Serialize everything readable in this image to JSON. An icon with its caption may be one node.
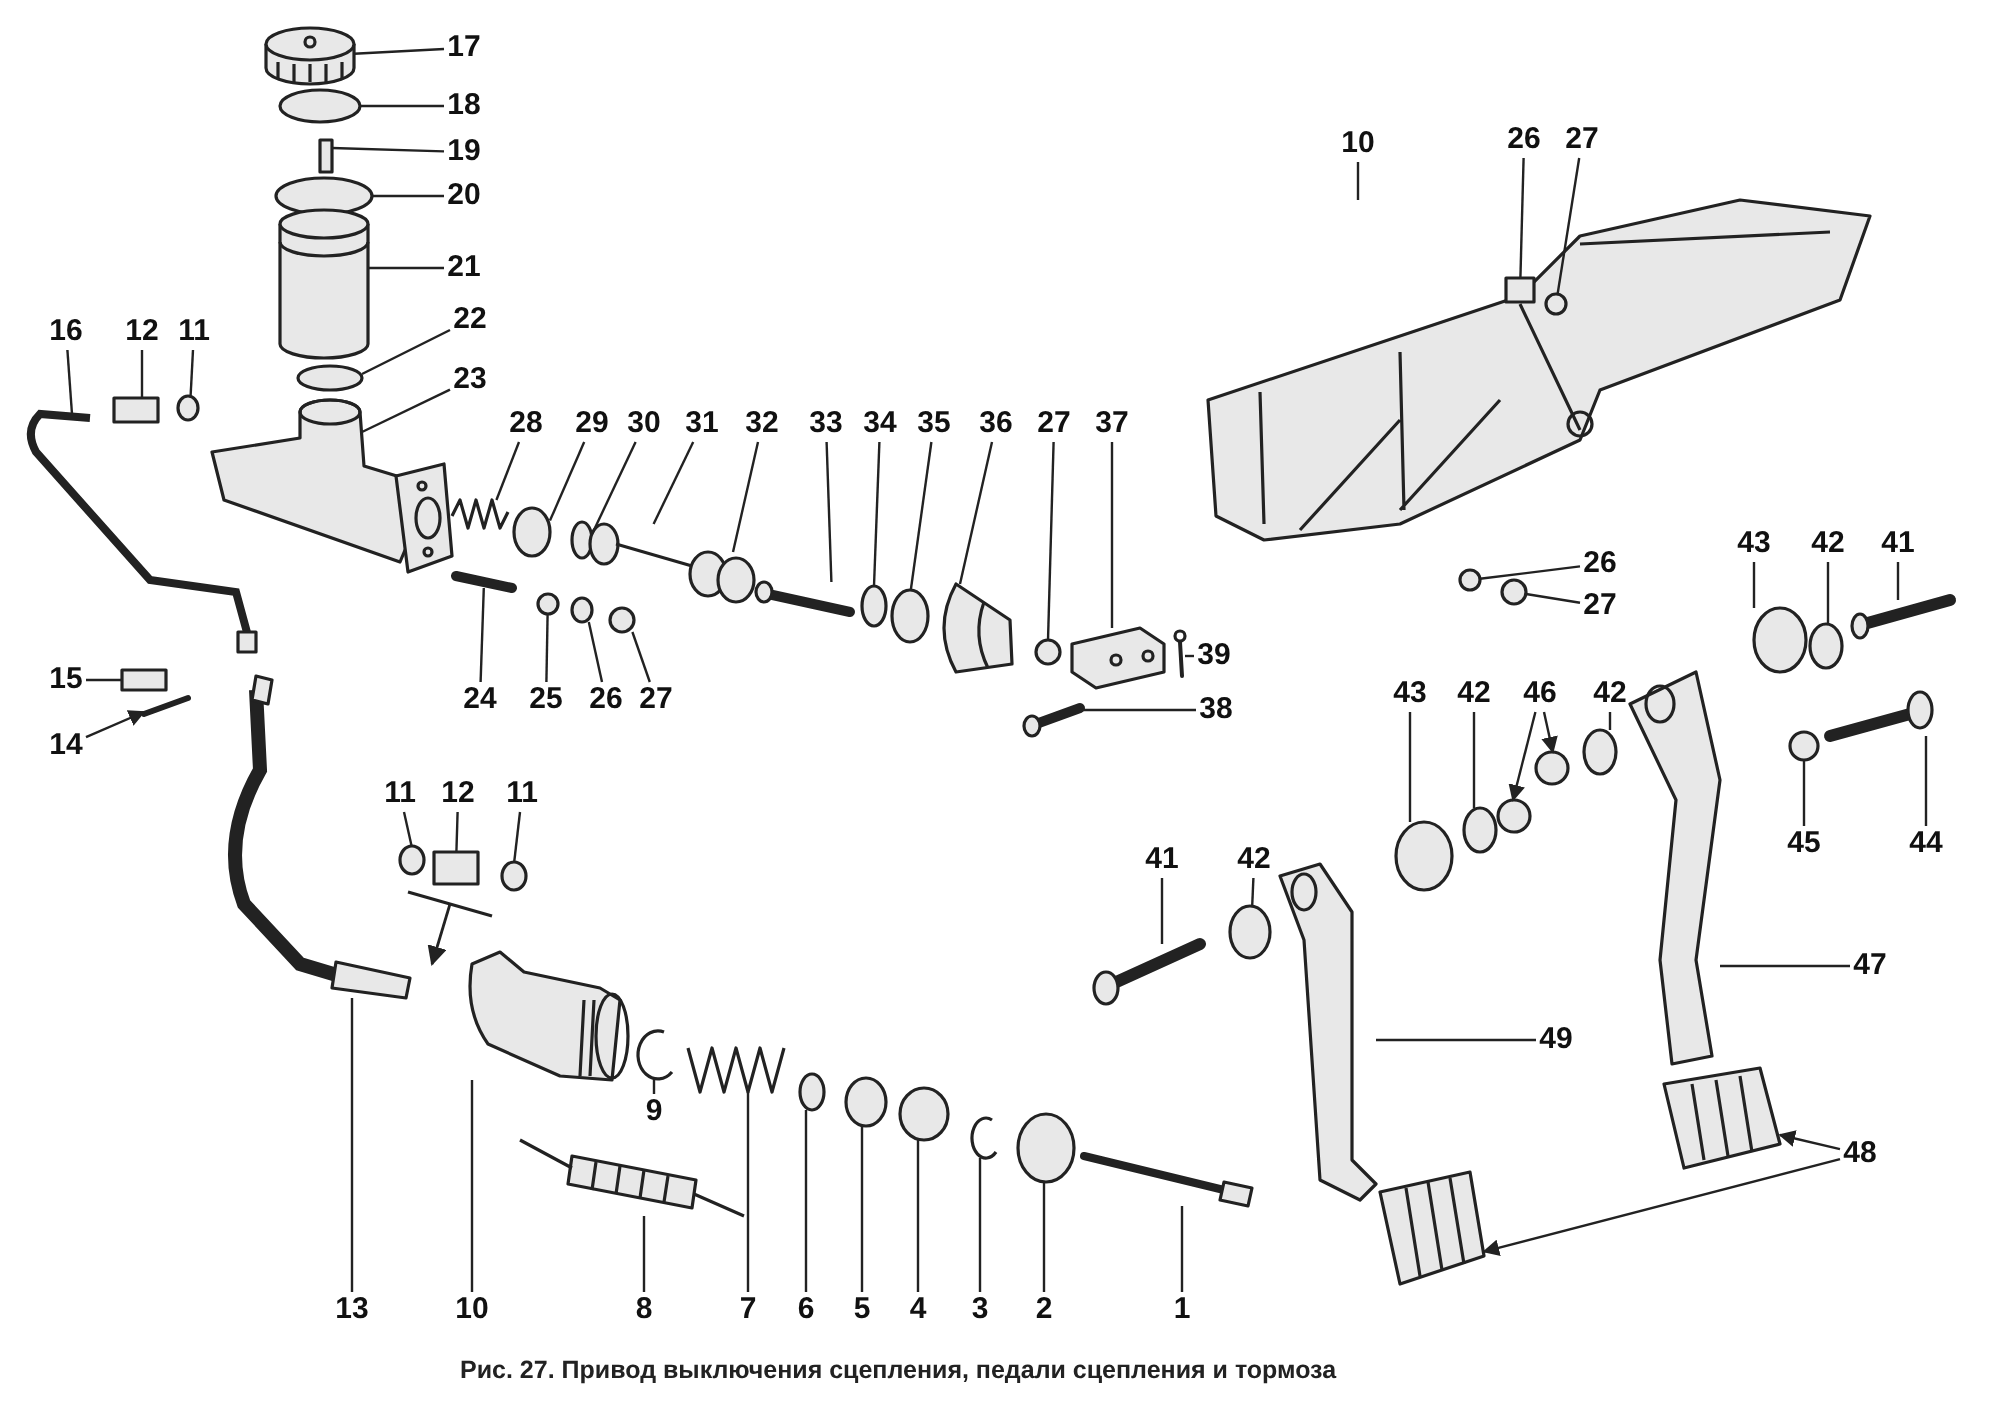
{
  "diagram": {
    "caption": "Рис. 27. Привод выключения сцепления, педали сцепления и тормоза",
    "nodes": [
      {
        "text": [
          "17"
        ]
      },
      {
        "text": [
          "18"
        ]
      },
      {
        "text": [
          "19"
        ]
      },
      {
        "text": [
          "20"
        ]
      },
      {
        "text": [
          "21"
        ]
      },
      {
        "text": [
          "22"
        ]
      },
      {
        "text": [
          "23"
        ]
      },
      {
        "text": [
          "16"
        ]
      },
      {
        "text": [
          "12"
        ]
      },
      {
        "text": [
          "11"
        ]
      },
      {
        "text": [
          "28"
        ]
      },
      {
        "text": [
          "29"
        ]
      },
      {
        "text": [
          "30"
        ]
      },
      {
        "text": [
          "31"
        ]
      },
      {
        "text": [
          "32"
        ]
      },
      {
        "text": [
          "33"
        ]
      },
      {
        "text": [
          "34"
        ]
      },
      {
        "text": [
          "35"
        ]
      },
      {
        "text": [
          "36"
        ]
      },
      {
        "text": [
          "27"
        ]
      },
      {
        "text": [
          "37"
        ]
      },
      {
        "text": [
          "10"
        ]
      },
      {
        "text": [
          "26"
        ]
      },
      {
        "text": [
          "27"
        ]
      },
      {
        "text": [
          "26"
        ]
      },
      {
        "text": [
          "27"
        ]
      },
      {
        "text": [
          "43"
        ]
      },
      {
        "text": [
          "42"
        ]
      },
      {
        "text": [
          "41"
        ]
      },
      {
        "text": [
          "15"
        ]
      },
      {
        "text": [
          "14"
        ]
      },
      {
        "text": [
          "24"
        ]
      },
      {
        "text": [
          "25"
        ]
      },
      {
        "text": [
          "26"
        ]
      },
      {
        "text": [
          "27"
        ]
      },
      {
        "text": [
          "39"
        ]
      },
      {
        "text": [
          "38"
        ]
      },
      {
        "text": [
          "11"
        ]
      },
      {
        "text": [
          "12"
        ]
      },
      {
        "text": [
          "11"
        ]
      },
      {
        "text": [
          "43"
        ]
      },
      {
        "text": [
          "42"
        ]
      },
      {
        "text": [
          "46"
        ]
      },
      {
        "text": [
          "42"
        ]
      },
      {
        "text": [
          "45"
        ]
      },
      {
        "text": [
          "44"
        ]
      },
      {
        "text": [
          "41"
        ]
      },
      {
        "text": [
          "42"
        ]
      },
      {
        "text": [
          "47"
        ]
      },
      {
        "text": [
          "49"
        ]
      },
      {
        "text": [
          "9"
        ]
      },
      {
        "text": [
          "48"
        ]
      },
      {
        "text": [
          "13"
        ]
      },
      {
        "text": [
          "10"
        ]
      },
      {
        "text": [
          "8"
        ]
      },
      {
        "text": [
          "7"
        ]
      },
      {
        "text": [
          "6"
        ]
      },
      {
        "text": [
          "5"
        ]
      },
      {
        "text": [
          "4"
        ]
      },
      {
        "text": [
          "3"
        ]
      },
      {
        "text": [
          "2"
        ]
      },
      {
        "text": [
          "1"
        ]
      },
      {
        "text": [],
        "shape": "picture"
      },
      {
        "text": [],
        "shape": "circle"
      },
      {
        "text": [],
        "shape": "box"
      },
      {
        "text": [],
        "shape": "circle"
      },
      {
        "text": [],
        "shape": "picture"
      },
      {
        "text": [],
        "shape": "circle"
      },
      {
        "text": [],
        "shape": "picture"
      },
      {
        "text": [],
        "shape": "picture"
      },
      {
        "text": [],
        "shape": "box"
      },
      {
        "text": [],
        "shape": "circle"
      },
      {
        "text": [],
        "shape": "picture"
      },
      {
        "text": [],
        "shape": "circle"
      },
      {
        "text": [],
        "shape": "circle"
      },
      {
        "text": [],
        "shape": "picture"
      },
      {
        "text": [],
        "shape": "picture"
      },
      {
        "text": [],
        "shape": "picture"
      },
      {
        "text": [],
        "shape": "circle"
      },
      {
        "text": [],
        "shape": "circle"
      },
      {
        "text": [],
        "shape": "picture"
      },
      {
        "text": [],
        "shape": "circle"
      },
      {
        "text": [],
        "shape": "picture"
      },
      {
        "text": [],
        "shape": "picture"
      },
      {
        "text": [],
        "shape": "box",
        "in": 83
      },
      {
        "text": [],
        "shape": "circle",
        "in": 83
      },
      {
        "text": [],
        "shape": "circle"
      },
      {
        "text": [],
        "shape": "circle"
      },
      {
        "text": [],
        "shape": "circle"
      },
      {
        "text": [],
        "shape": "circle"
      },
      {
        "text": [],
        "shape": "picture"
      },
      {
        "text": [],
        "shape": "box"
      },
      {
        "text": [],
        "shape": "picture"
      },
      {
        "text": [],
        "shape": "picture"
      },
      {
        "text": [],
        "shape": "circle"
      },
      {
        "text": [],
        "shape": "circle"
      },
      {
        "text": [],
        "shape": "circle"
      },
      {
        "text": [],
        "shape": "picture"
      },
      {
        "text": [],
        "shape": "picture"
      },
      {
        "text": [],
        "shape": "circle"
      },
      {
        "text": [],
        "shape": "box"
      },
      {
        "text": [],
        "shape": "circle"
      },
      {
        "text": [],
        "shape": "circle"
      },
      {
        "text": [],
        "shape": "circle"
      },
      {
        "text": [],
        "shape": "circle"
      },
      {
        "text": [],
        "shape": "circle"
      },
      {
        "text": [],
        "shape": "circle"
      },
      {
        "text": [],
        "shape": "circle"
      },
      {
        "text": [],
        "shape": "picture"
      },
      {
        "text": [],
        "shape": "picture"
      },
      {
        "text": [],
        "shape": "circle"
      },
      {
        "text": [],
        "shape": "picture"
      },
      {
        "text": [],
        "shape": "picture"
      },
      {
        "text": [],
        "shape": "picture"
      },
      {
        "text": [],
        "shape": "picture"
      },
      {
        "text": [],
        "shape": "picture"
      },
      {
        "text": [],
        "shape": "picture"
      },
      {
        "text": [],
        "shape": "picture"
      },
      {
        "text": [],
        "shape": "picture"
      },
      {
        "text": [],
        "shape": "picture"
      },
      {
        "text": [],
        "shape": "circle"
      },
      {
        "text": [],
        "shape": "circle"
      },
      {
        "text": [],
        "shape": "circle"
      },
      {
        "text": [],
        "shape": "picture"
      },
      {
        "text": [],
        "shape": "circle"
      },
      {
        "text": [],
        "shape": "picture"
      }
    ],
    "edges": [
      {
        "from": 0,
        "to": 62,
        "arrow": "none"
      },
      {
        "from": 1,
        "to": 63,
        "arrow": "none"
      },
      {
        "from": 2,
        "to": 64,
        "arrow": "none"
      },
      {
        "from": 3,
        "to": 65,
        "arrow": "none"
      },
      {
        "from": 4,
        "to": 66,
        "arrow": "none"
      },
      {
        "from": 5,
        "to": 67,
        "arrow": "none"
      },
      {
        "from": 6,
        "to": 68,
        "arrow": "none"
      },
      {
        "from": 7,
        "to": 69,
        "arrow": "none"
      },
      {
        "from": 8,
        "to": 70,
        "arrow": "none"
      },
      {
        "from": 9,
        "to": 71,
        "arrow": "none"
      },
      {
        "from": 10,
        "to": 72,
        "arrow": "none"
      },
      {
        "from": 11,
        "to": 73,
        "arrow": "none"
      },
      {
        "from": 12,
        "to": 74,
        "arrow": "none"
      },
      {
        "from": 13,
        "to": 75,
        "arrow": "none"
      },
      {
        "from": 14,
        "to": 76,
        "arrow": "none"
      },
      {
        "from": 15,
        "to": 77,
        "arrow": "none"
      },
      {
        "from": 16,
        "to": 78,
        "arrow": "none"
      },
      {
        "from": 17,
        "to": 79,
        "arrow": "none"
      },
      {
        "from": 18,
        "to": 80,
        "arrow": "none"
      },
      {
        "from": 19,
        "to": 81,
        "arrow": "none"
      },
      {
        "from": 20,
        "to": 82,
        "arrow": "none"
      },
      {
        "from": 21,
        "to": 83,
        "arrow": "none"
      },
      {
        "from": 22,
        "to": 84,
        "arrow": "none"
      },
      {
        "from": 23,
        "to": 85,
        "arrow": "none"
      },
      {
        "from": 24,
        "to": 86,
        "arrow": "none"
      },
      {
        "from": 25,
        "to": 87,
        "arrow": "none"
      },
      {
        "from": 26,
        "to": 88,
        "arrow": "none"
      },
      {
        "from": 27,
        "to": 89,
        "arrow": "none"
      },
      {
        "from": 28,
        "to": 90,
        "arrow": "none"
      },
      {
        "from": 29,
        "to": 91,
        "arrow": "none"
      },
      {
        "from": 30,
        "to": 92,
        "arrow": "to"
      },
      {
        "from": 31,
        "to": 93,
        "arrow": "none"
      },
      {
        "from": 32,
        "to": 94,
        "arrow": "none"
      },
      {
        "from": 33,
        "to": 95,
        "arrow": "none"
      },
      {
        "from": 34,
        "to": 96,
        "arrow": "none"
      },
      {
        "from": 35,
        "to": 97,
        "arrow": "none"
      },
      {
        "from": 36,
        "to": 98,
        "arrow": "none"
      },
      {
        "from": 37,
        "to": 99,
        "arrow": "none"
      },
      {
        "from": 38,
        "to": 100,
        "arrow": "none"
      },
      {
        "from": 39,
        "to": 101,
        "arrow": "none"
      },
      {
        "from": 40,
        "to": 102,
        "arrow": "none"
      },
      {
        "from": 41,
        "to": 103,
        "arrow": "none"
      },
      {
        "from": 42,
        "to": 104,
        "arrow": "to"
      },
      {
        "from": 42,
        "to": 105,
        "arrow": "to"
      },
      {
        "from": 43,
        "to": 106,
        "arrow": "none"
      },
      {
        "from": 44,
        "to": 107,
        "arrow": "none"
      },
      {
        "from": 45,
        "to": 108,
        "arrow": "none"
      },
      {
        "from": 46,
        "to": 109,
        "arrow": "none"
      },
      {
        "from": 47,
        "to": 110,
        "arrow": "none"
      },
      {
        "from": 48,
        "to": 111,
        "arrow": "none"
      },
      {
        "from": 49,
        "to": 112,
        "arrow": "none"
      },
      {
        "from": 50,
        "to": 113,
        "arrow": "none"
      },
      {
        "from": 51,
        "to": 114,
        "arrow": "to"
      },
      {
        "from": 51,
        "to": 115,
        "arrow": "to"
      },
      {
        "from": 52,
        "to": 116,
        "arrow": "none"
      },
      {
        "from": 53,
        "to": 117,
        "arrow": "none"
      },
      {
        "from": 54,
        "to": 118,
        "arrow": "none"
      },
      {
        "from": 55,
        "to": 119,
        "arrow": "none"
      },
      {
        "from": 56,
        "to": 120,
        "arrow": "none"
      },
      {
        "from": 57,
        "to": 121,
        "arrow": "none"
      },
      {
        "from": 58,
        "to": 122,
        "arrow": "none"
      },
      {
        "from": 59,
        "to": 123,
        "arrow": "none"
      },
      {
        "from": 60,
        "to": 124,
        "arrow": "none"
      },
      {
        "from": 61,
        "to": 125,
        "arrow": "none"
      }
    ]
  }
}
